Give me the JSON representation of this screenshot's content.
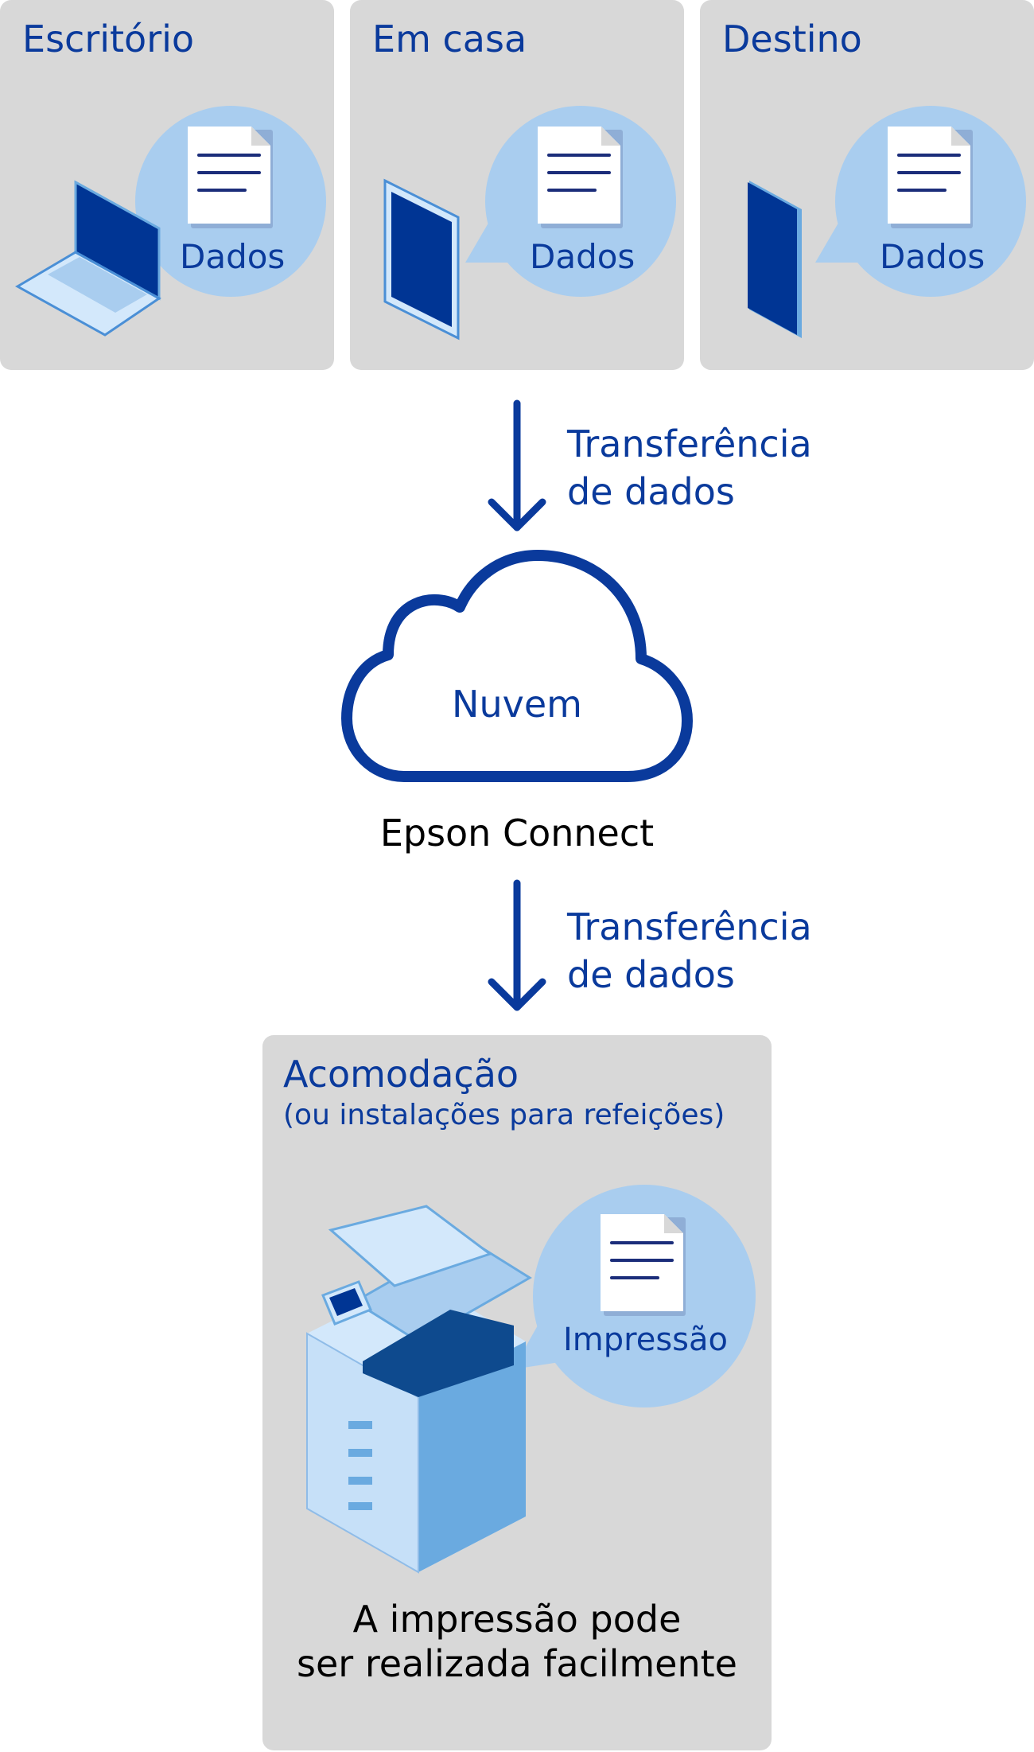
{
  "sources": [
    {
      "title": "Escritório",
      "device": "laptop",
      "bubble_label": "Dados"
    },
    {
      "title": "Em casa",
      "device": "tablet",
      "bubble_label": "Dados"
    },
    {
      "title": "Destino",
      "device": "smartphone",
      "bubble_label": "Dados"
    }
  ],
  "transfer1": {
    "line1": "Transferência",
    "line2": "de dados"
  },
  "cloud": {
    "label": "Nuvem",
    "service": "Epson Connect"
  },
  "transfer2": {
    "line1": "Transferência",
    "line2": "de dados"
  },
  "destination": {
    "title": "Acomodação",
    "subtitle": "(ou instalações para refeições)",
    "bubble_label": "Impressão",
    "caption_line1": "A impressão pode",
    "caption_line2": "ser realizada facilmente"
  },
  "colors": {
    "accent": "#0a3a9c",
    "panel": "#d8d8d8",
    "bubble": "#a9cdef",
    "device": "#003594"
  }
}
